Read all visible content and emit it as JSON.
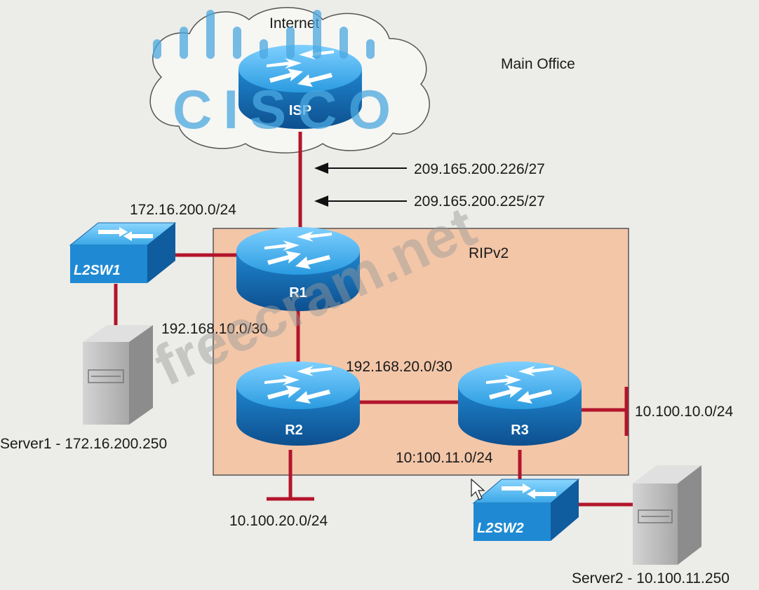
{
  "labels": {
    "internet": "Internet",
    "main_office": "Main Office",
    "rip_area": "RIPv2",
    "isp_link_isp_side": "209.165.200.226/27",
    "isp_link_r1_side": "209.165.200.225/27",
    "l2sw1_network": "172.16.200.0/24",
    "r1_r2_network": "192.168.10.0/30",
    "r2_r3_network": "192.168.20.0/30",
    "r3_lan_network": "10.100.10.0/24",
    "r2_lan_network": "10.100.20.0/24",
    "r3_l2sw2_network": "10:100.11.0/24"
  },
  "devices": {
    "isp": "ISP",
    "r1": "R1",
    "r2": "R2",
    "r3": "R3",
    "l2sw1": "L2SW1",
    "l2sw2": "L2SW2",
    "server1": "Server1 - 172.16.200.250",
    "server2": "Server2 - 10.100.11.250"
  },
  "watermark": {
    "logo_text": "CISCO",
    "site_text": "freecram.net"
  },
  "colors": {
    "link": "#b3152b",
    "rip_area_fill": "#f3c6a8",
    "device_blue": "#1e8fd6"
  }
}
